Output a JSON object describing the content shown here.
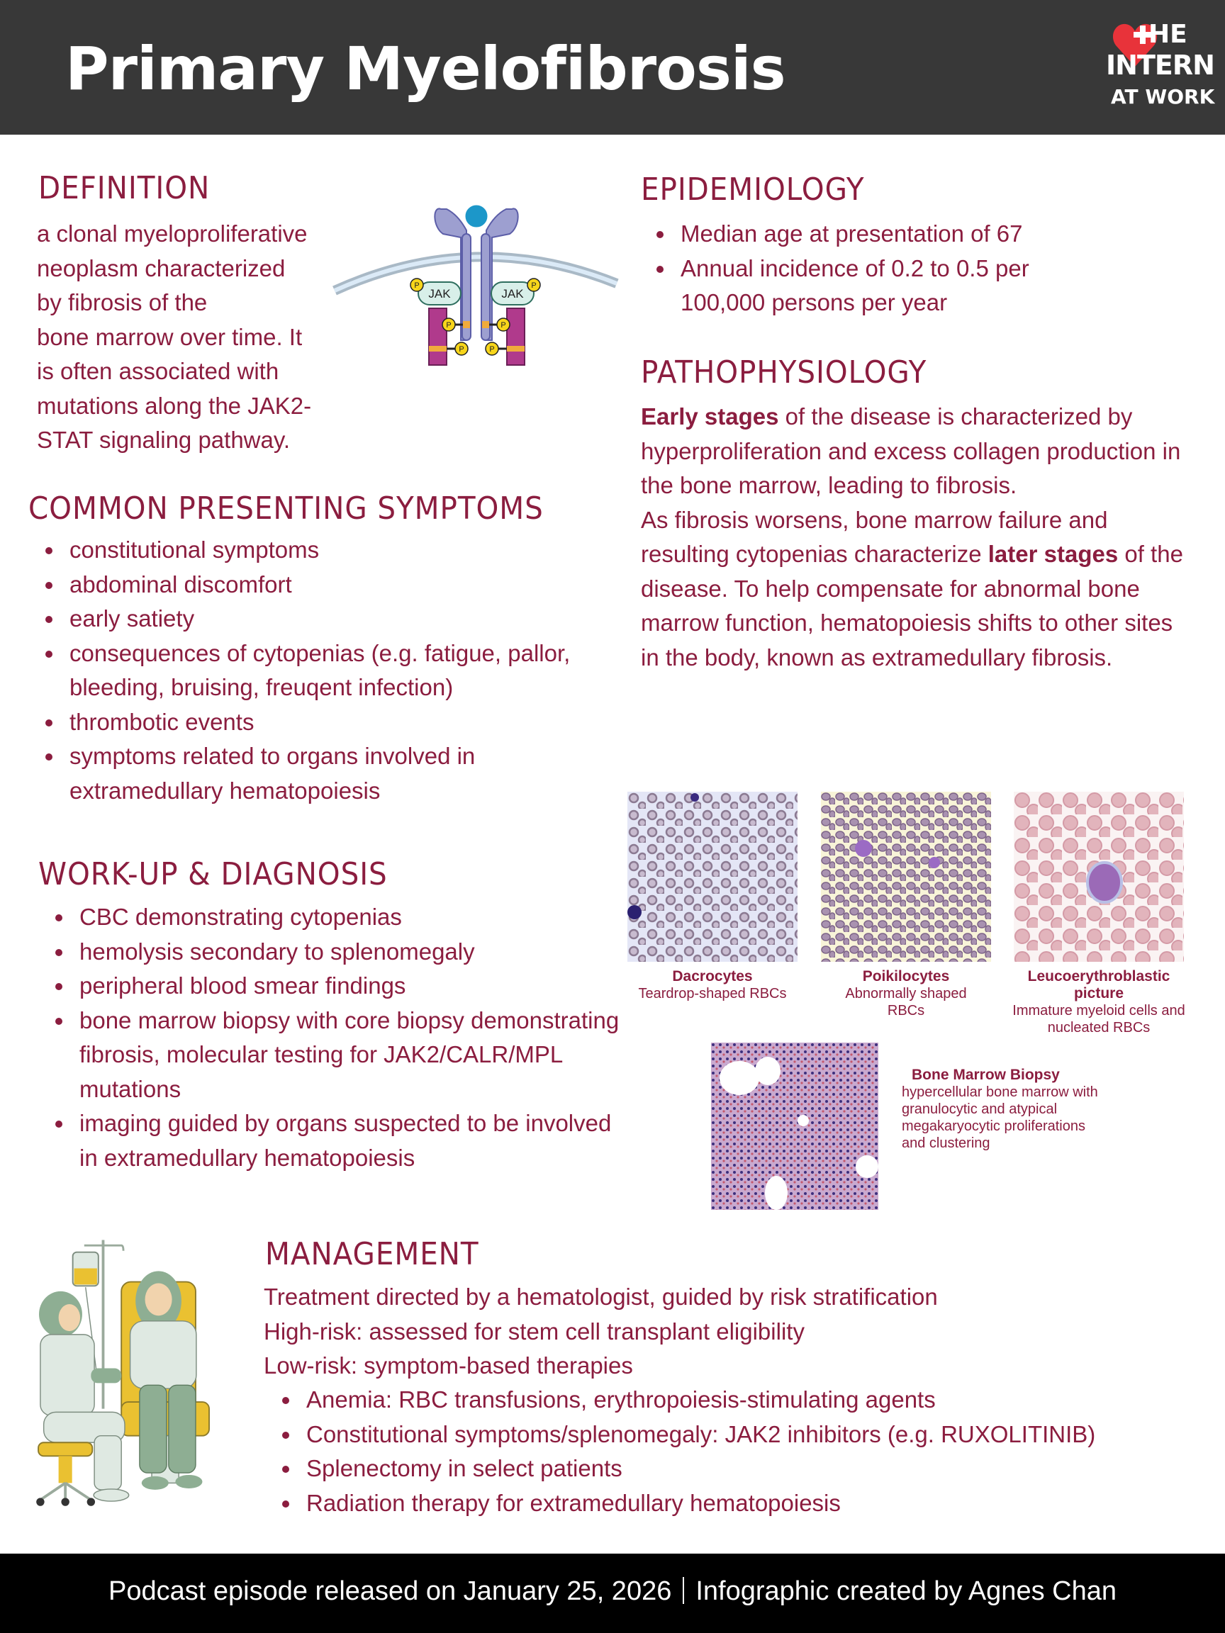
{
  "header": {
    "title": "Primary Myelofibrosis",
    "logo": {
      "line1": "HE",
      "line2": "INTERN",
      "line3": "AT WORK",
      "icon": "heart-plus-icon",
      "accent": "#e8333a"
    },
    "background": "#383838"
  },
  "theme": {
    "text_color": "#8b1d3f",
    "background": "#ffffff"
  },
  "definition": {
    "heading": "DEFINITION",
    "lines": [
      "a clonal myeloproliferative",
      "neoplasm characterized",
      "by fibrosis of the",
      "bone marrow over time. It",
      "is often associated with",
      "mutations along the JAK2-",
      "STAT signaling pathway."
    ],
    "diagram": {
      "name": "jak-stat-receptor-diagram",
      "labels": [
        "JAK",
        "JAK"
      ],
      "phospho_label": "P"
    }
  },
  "epidemiology": {
    "heading": "EPIDEMIOLOGY",
    "items": [
      "Median age at presentation of 67",
      "Annual incidence of 0.2 to 0.5 per 100,000 persons per year"
    ]
  },
  "pathophysiology": {
    "heading": "PATHOPHYSIOLOGY",
    "p1_bold": "Early stages",
    "p1_rest": " of the disease is characterized by hyperproliferation and excess collagen production in the bone marrow, leading to fibrosis.",
    "p2_start": "As fibrosis worsens, bone marrow failure and resulting cytopenias characterize ",
    "p2_bold": "later stages",
    "p2_rest": " of the disease. To help compensate for abnormal bone marrow function, hematopoiesis shifts to other sites in the body, known as extramedullary fibrosis."
  },
  "symptoms": {
    "heading": "COMMON PRESENTING SYMPTOMS",
    "items": [
      "constitutional symptoms",
      "abdominal discomfort",
      "early satiety",
      "consequences of cytopenias (e.g. fatigue, pallor, bleeding, bruising, freuqent infection)",
      "thrombotic events",
      "symptoms related to organs involved in extramedullary hematopoiesis"
    ]
  },
  "workup": {
    "heading": "WORK-UP & DIAGNOSIS",
    "items": [
      "CBC demonstrating cytopenias",
      "hemolysis secondary to splenomegaly",
      "peripheral blood smear findings",
      "bone marrow biopsy with core biopsy demonstrating fibrosis, molecular testing for JAK2/CALR/MPL mutations",
      "imaging guided by organs suspected to be involved in extramedullary hematopoiesis"
    ]
  },
  "smears": [
    {
      "title": "Dacrocytes",
      "caption": "Teardrop-shaped RBCs"
    },
    {
      "title": "Poikilocytes",
      "caption": "Abnormally shaped RBCs"
    },
    {
      "title": "Leucoerythroblastic picture",
      "caption": "Immature myeloid cells and nucleated RBCs"
    }
  ],
  "biopsy": {
    "title": "Bone Marrow Biopsy",
    "caption": "hypercellular bone marrow with granulocytic and atypical megakaryocytic proliferations and clustering"
  },
  "management": {
    "heading": "MANAGEMENT",
    "lines": [
      "Treatment directed by a hematologist, guided by risk stratification",
      "High-risk: assessed for stem cell transplant eligibility",
      "Low-risk: symptom-based therapies"
    ],
    "items": [
      "Anemia: RBC transfusions, erythropoiesis-stimulating agents",
      "Constitutional symptoms/splenomegaly: JAK2 inhibitors (e.g. RUXOLITINIB)",
      "Splenectomy in select patients",
      "Radiation therapy for extramedullary hematopoiesis"
    ]
  },
  "footer": {
    "left": "Podcast episode released on January 25, 2026",
    "right": "Infographic created by Agnes Chan"
  }
}
